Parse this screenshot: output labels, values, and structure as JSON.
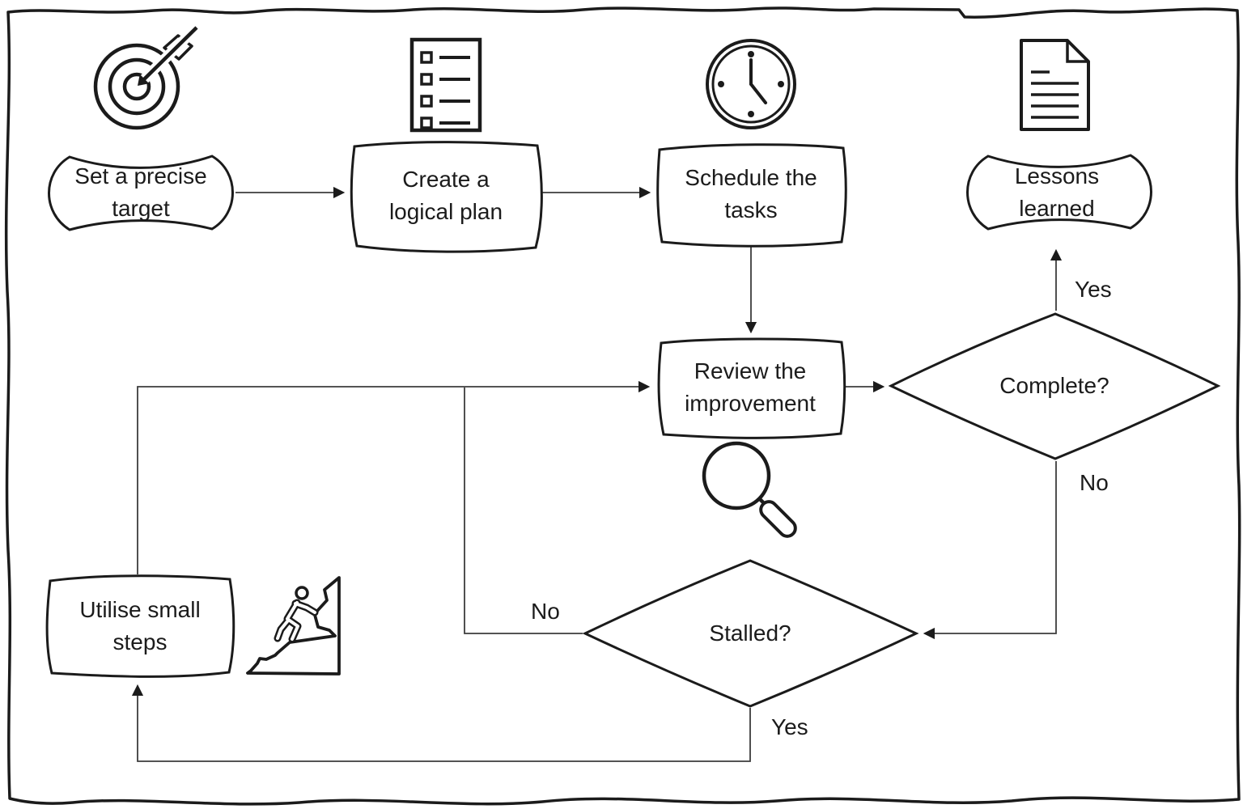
{
  "diagram": {
    "type": "flowchart",
    "style": "hand-drawn sketch, black ink on white",
    "colors": {
      "background": "#ffffff",
      "ink": "#1b1b1b",
      "connector": "#3d3d3d"
    }
  },
  "nodes": [
    {
      "id": "set_target",
      "label": "Set a precise target",
      "shape": "curved-terminator",
      "icon": "target-icon"
    },
    {
      "id": "create_plan",
      "label": "Create a logical plan",
      "shape": "sketch-rect",
      "icon": "checklist-icon"
    },
    {
      "id": "schedule_tasks",
      "label": "Schedule the tasks",
      "shape": "sketch-rect",
      "icon": "clock-icon"
    },
    {
      "id": "lessons_learned",
      "label": "Lessons learned",
      "shape": "curved-terminator",
      "icon": "document-icon"
    },
    {
      "id": "review_improvement",
      "label": "Review the improvement",
      "shape": "sketch-rect",
      "icon": "magnifier-icon"
    },
    {
      "id": "complete",
      "label": "Complete?",
      "shape": "decision-diamond"
    },
    {
      "id": "stalled",
      "label": "Stalled?",
      "shape": "decision-diamond"
    },
    {
      "id": "utilise_steps",
      "label": "Utilise small steps",
      "shape": "sketch-rect",
      "icon": "climber-icon"
    }
  ],
  "edges": [
    {
      "from": "set_target",
      "to": "create_plan",
      "label": ""
    },
    {
      "from": "create_plan",
      "to": "schedule_tasks",
      "label": ""
    },
    {
      "from": "schedule_tasks",
      "to": "review_improvement",
      "label": ""
    },
    {
      "from": "review_improvement",
      "to": "complete",
      "label": ""
    },
    {
      "from": "complete",
      "to": "lessons_learned",
      "label": "Yes"
    },
    {
      "from": "complete",
      "to": "stalled",
      "label": "No"
    },
    {
      "from": "stalled",
      "to": "review_improvement",
      "label": "No"
    },
    {
      "from": "stalled",
      "to": "utilise_steps",
      "label": "Yes"
    }
  ]
}
